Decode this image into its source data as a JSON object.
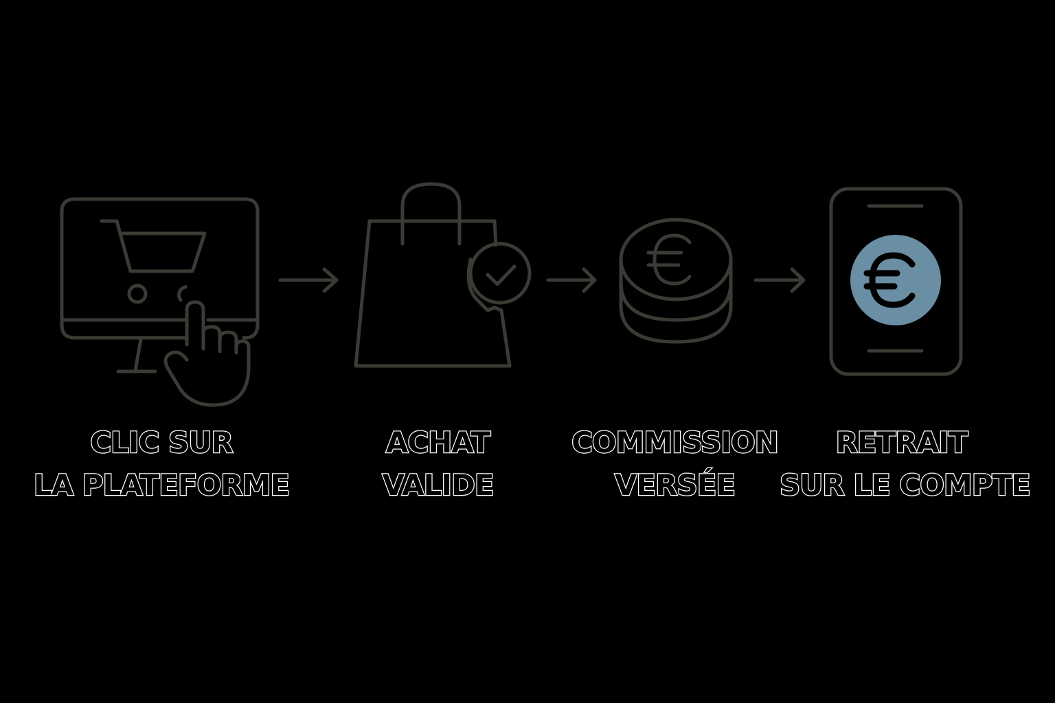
{
  "steps": [
    {
      "icon": "computer-cart-click-icon",
      "line1": "CLIC SUR",
      "line2": "LA PLATEFORME"
    },
    {
      "icon": "shopping-bag-check-icon",
      "line1": "ACHAT",
      "line2": "VALIDE"
    },
    {
      "icon": "euro-coins-stack-icon",
      "line1": "COMMISSION",
      "line2": "VERSÉE"
    },
    {
      "icon": "phone-euro-icon",
      "line1": "RETRAIT",
      "line2": "SUR LE COMPTE"
    }
  ],
  "arrow_icon": "arrow-right-icon",
  "colors": {
    "background": "#000000",
    "icon_stroke": "#3b3a34",
    "euro_badge": "#6a8ea4",
    "label_outline": "#ffffff"
  }
}
